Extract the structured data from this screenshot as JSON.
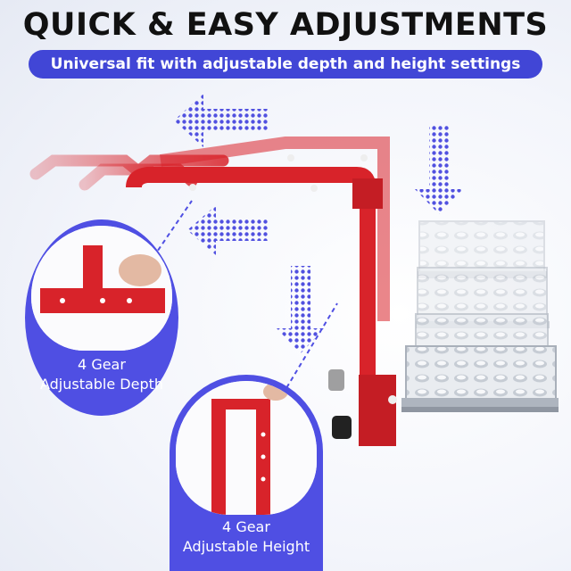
{
  "header": {
    "title": "QUICK & EASY ADJUSTMENTS",
    "subtitle": "Universal fit with adjustable depth and height settings"
  },
  "callouts": {
    "depth": {
      "line1": "4 Gear",
      "line2": "Adjustable Depth"
    },
    "height": {
      "line1": "4 Gear",
      "line2": "Adjustable Height"
    }
  },
  "colors": {
    "accent": "#4f4fe3",
    "frame_red": "#d8232a",
    "badge_blue": "#4146d6"
  },
  "icons": [
    "arrow-left-icon",
    "arrow-down-icon"
  ]
}
